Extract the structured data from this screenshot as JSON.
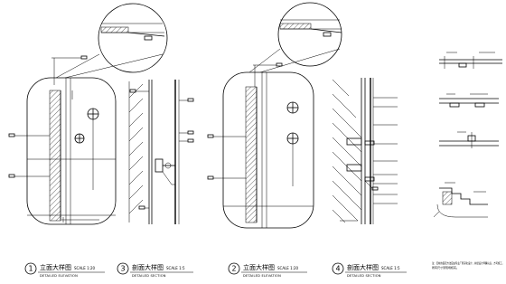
{
  "panels": [
    {
      "number": "1",
      "title": "立面大样图",
      "scale": "SCALE 1:20",
      "subtitle": "DETAILED ELEVATION"
    },
    {
      "number": "3",
      "title": "剖面大样图",
      "scale": "SCALE 1:5",
      "subtitle": "DETAILED SECTION"
    },
    {
      "number": "2",
      "title": "立面大样图",
      "scale": "SCALE 1:20",
      "subtitle": "DETAILED ELEVATION"
    },
    {
      "number": "4",
      "title": "剖面大样图",
      "scale": "SCALE 1:5",
      "subtitle": "DETAILED SECTION"
    }
  ],
  "notes": {
    "line1": "注：石材的固定方法应由专业厂家深化设计，并经设计师确认后，方可施工。",
    "line2": "所有尺寸须现场核实。"
  }
}
